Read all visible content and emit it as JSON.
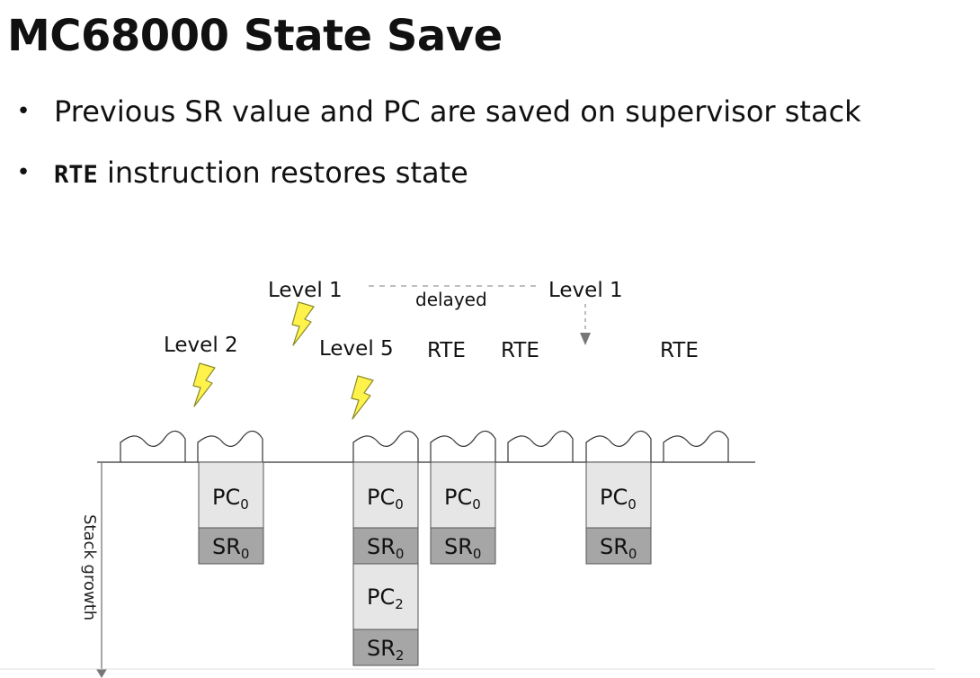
{
  "title": "MC68000 State Save",
  "bullets": [
    {
      "marker": "•",
      "text": "Previous SR value and PC are saved on supervisor stack"
    },
    {
      "marker": "•",
      "code": "RTE",
      "text": " instruction restores state"
    }
  ],
  "diagram": {
    "events": {
      "level1_first": "Level 1",
      "delayed": "delayed",
      "level1_second": "Level 1",
      "level2": "Level 2",
      "level5": "Level 5",
      "rte1": "RTE",
      "rte2": "RTE",
      "rte3": "RTE"
    },
    "registers": {
      "pc": "PC",
      "sr": "SR",
      "sub0": "0",
      "sub2": "2"
    },
    "stack_growth": "Stack growth",
    "colors": {
      "pc_cell": "#e6e6e6",
      "sr_cell": "#a6a6a6",
      "bolt_fill": "#fff24a",
      "bolt_stroke": "#8a8a2a",
      "arrow": "#777777",
      "dashed": "#999999"
    }
  }
}
